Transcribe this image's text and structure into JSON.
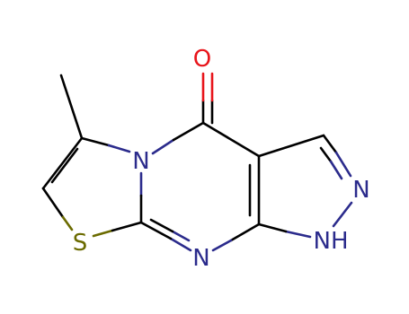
{
  "molecule": {
    "atom_labels": {
      "O": "O",
      "N_ring": "N",
      "N_pyrazole": "N",
      "N_bottom": "N",
      "NH": "NH",
      "S": "S"
    },
    "colors": {
      "bond": "#000000",
      "nitrogen": "#2b2b8c",
      "oxygen": "#e8151b",
      "sulfur": "#6b6b00",
      "carbon": "#000000"
    }
  }
}
